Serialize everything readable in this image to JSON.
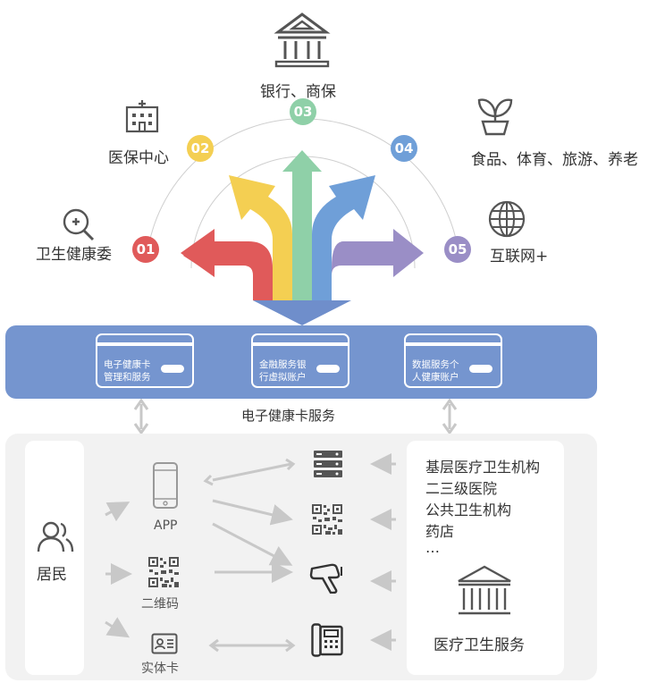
{
  "top": {
    "items": [
      {
        "num": "01",
        "label": "卫生健康委",
        "color": "#e05a5a"
      },
      {
        "num": "02",
        "label": "医保中心",
        "color": "#f4cf52"
      },
      {
        "num": "03",
        "label": "银行、商保",
        "color": "#8fd0a8"
      },
      {
        "num": "04",
        "label": "食品、体育、旅游、养老",
        "color": "#6f9fd8"
      },
      {
        "num": "05",
        "label": "互联网+",
        "color": "#9a8ec6"
      }
    ]
  },
  "band": {
    "cards": [
      {
        "line1": "电子健康卡",
        "line2": "管理和服务"
      },
      {
        "line1": "金融服务银",
        "line2": "行虚拟账户"
      },
      {
        "line1": "数据服务个",
        "line2": "人健康账户"
      }
    ],
    "label": "电子健康卡服务",
    "color": "#7595cf"
  },
  "lower": {
    "resident": "居民",
    "channels": [
      "APP",
      "二维码",
      "实体卡"
    ],
    "institutions": [
      "基层医疗卫生机构",
      "二三级医院",
      "公共卫生机构",
      "药店",
      "…"
    ],
    "service": "医疗卫生服务"
  },
  "icons": [
    "hospital-building-icon",
    "medical-search-icon",
    "bank-icon",
    "plant-icon",
    "globe-icon",
    "users-icon",
    "smartphone-icon",
    "qr-code-icon",
    "id-card-icon",
    "server-icon",
    "barcode-scanner-icon",
    "telephone-icon"
  ]
}
